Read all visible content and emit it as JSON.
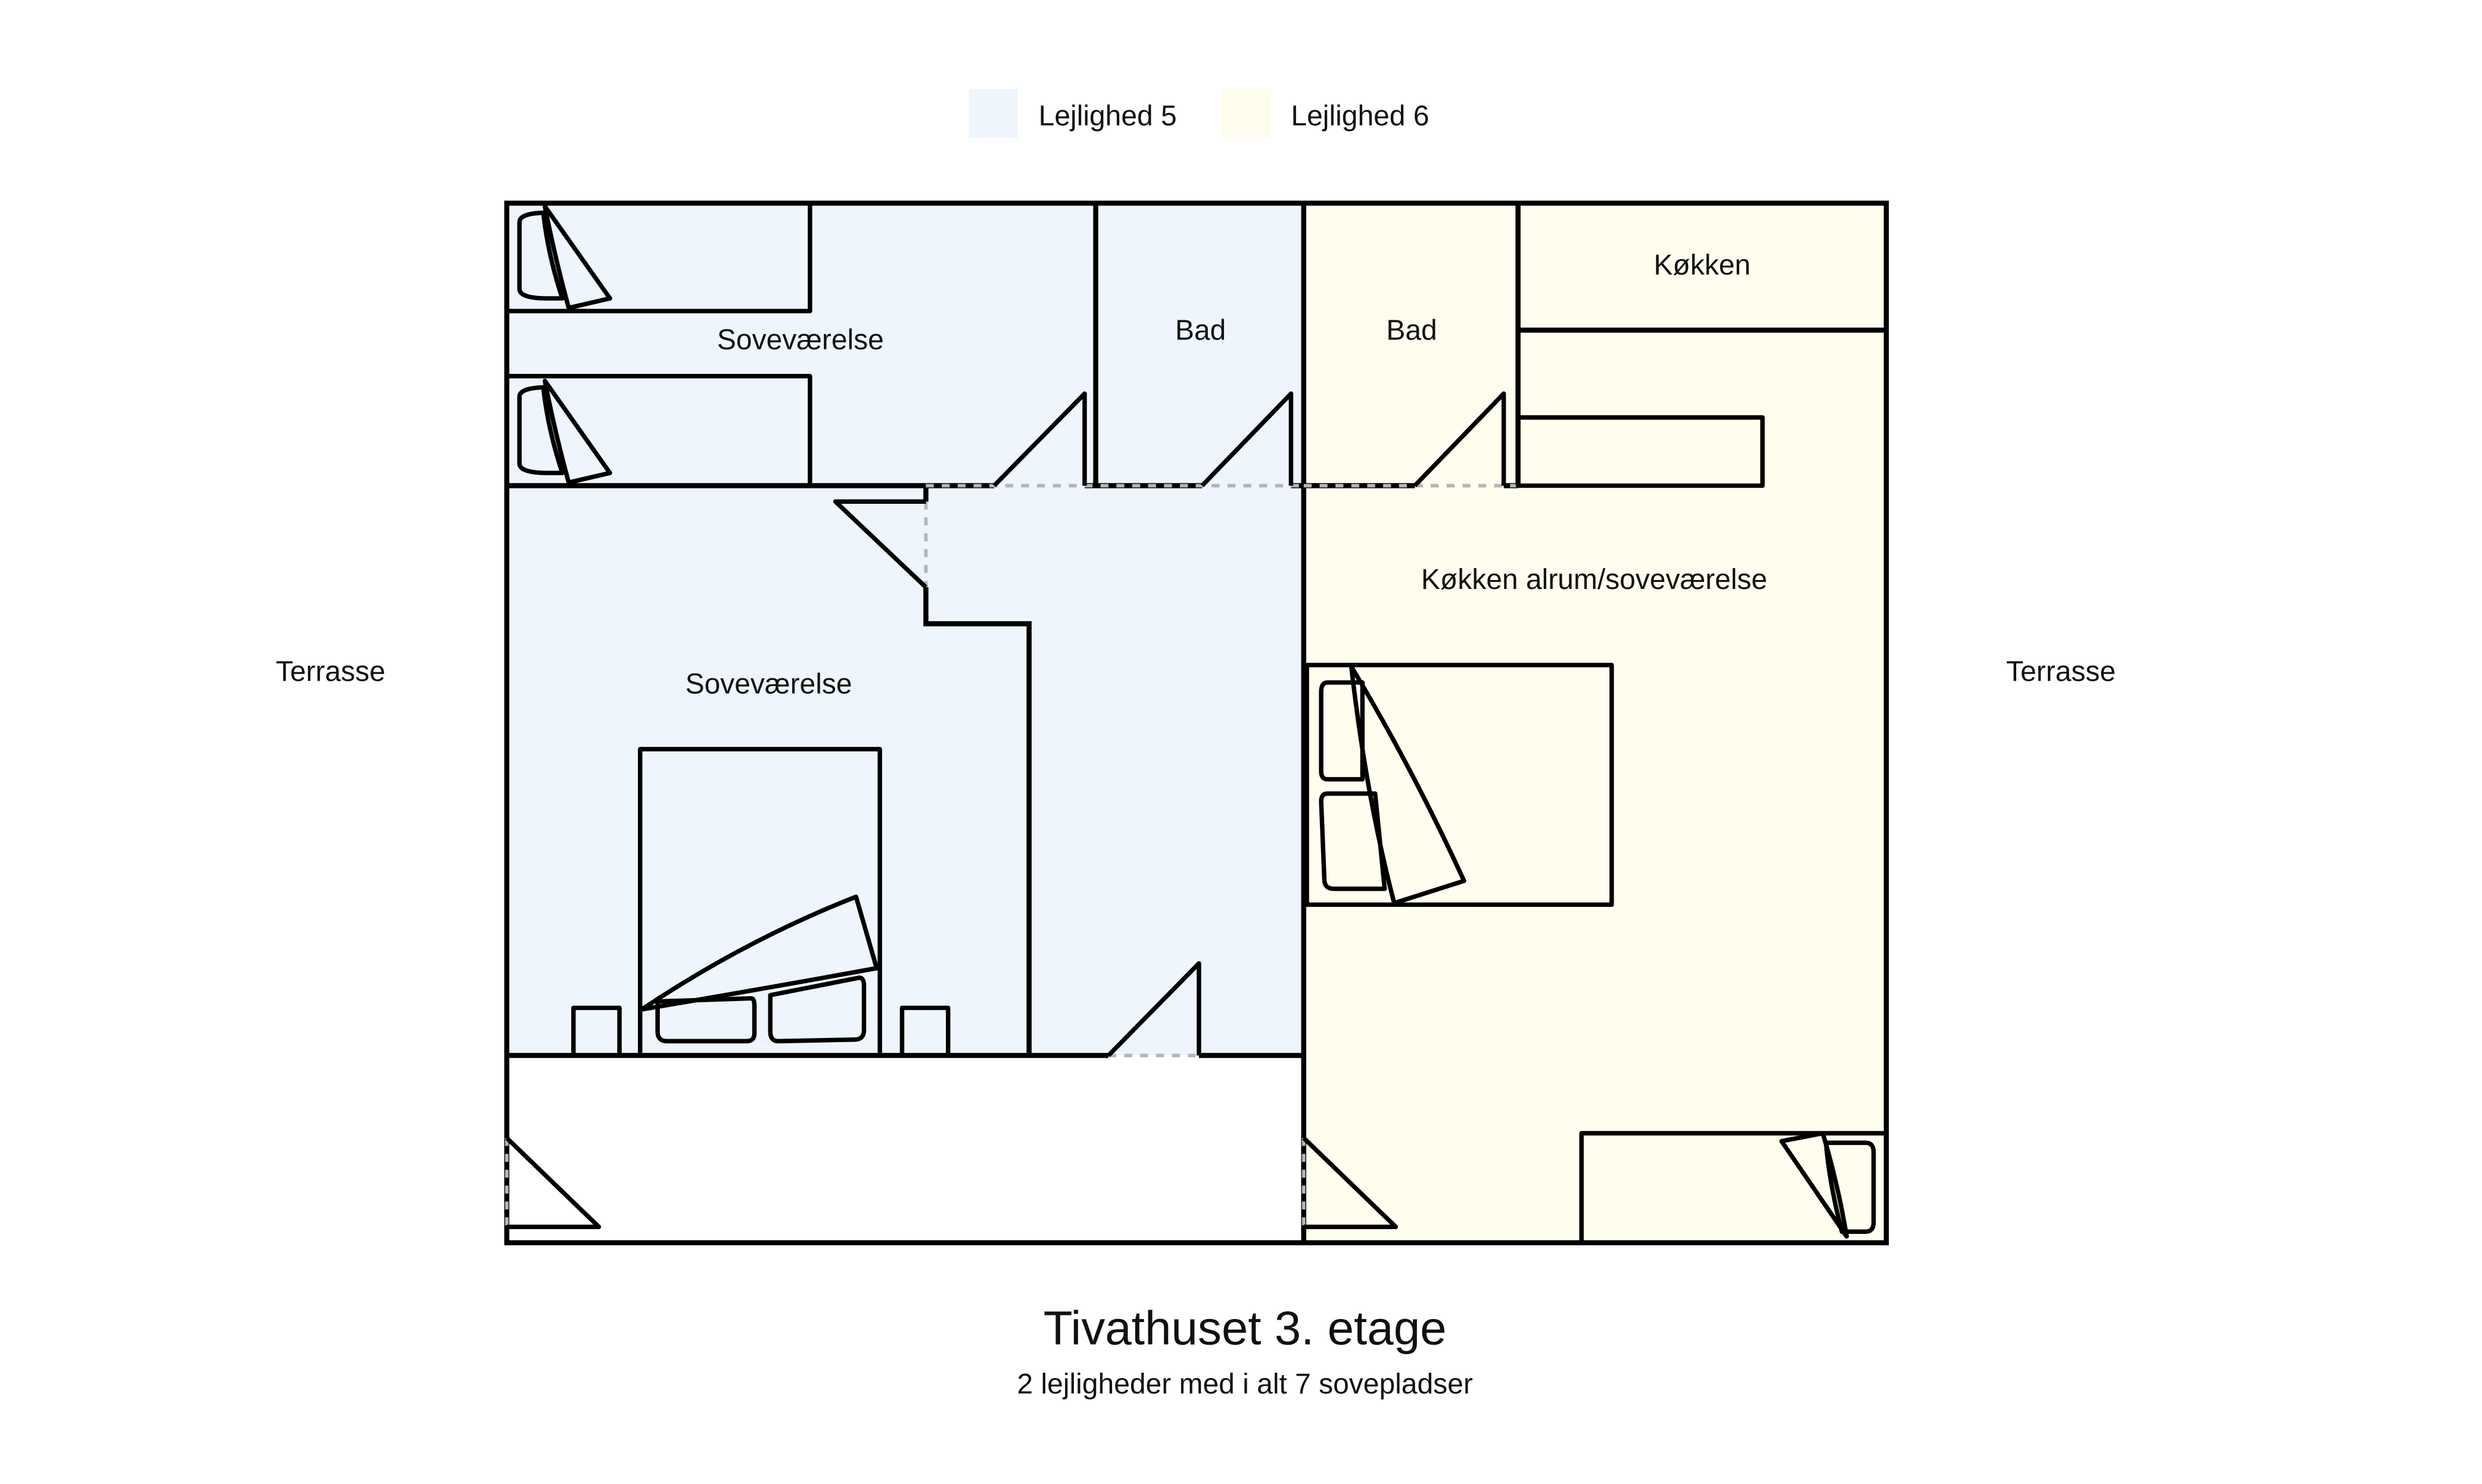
{
  "legend": [
    {
      "label": "Lejlighed 5",
      "color": "#eef5fd"
    },
    {
      "label": "Lejlighed 6",
      "color": "#fefdee"
    }
  ],
  "rooms": {
    "bedroom_top": "Soveværelse",
    "bath_5": "Bad",
    "bath_6": "Bad",
    "kitchen": "Køkken",
    "kitchen_living": "Køkken alrum/soveværelse",
    "bedroom_main": "Soveværelse"
  },
  "terrace_left": "Terrasse",
  "terrace_right": "Terrasse",
  "title": "Tivathuset 3. etage",
  "subtitle": "2 lejligheder med i alt 7 sovepladser"
}
